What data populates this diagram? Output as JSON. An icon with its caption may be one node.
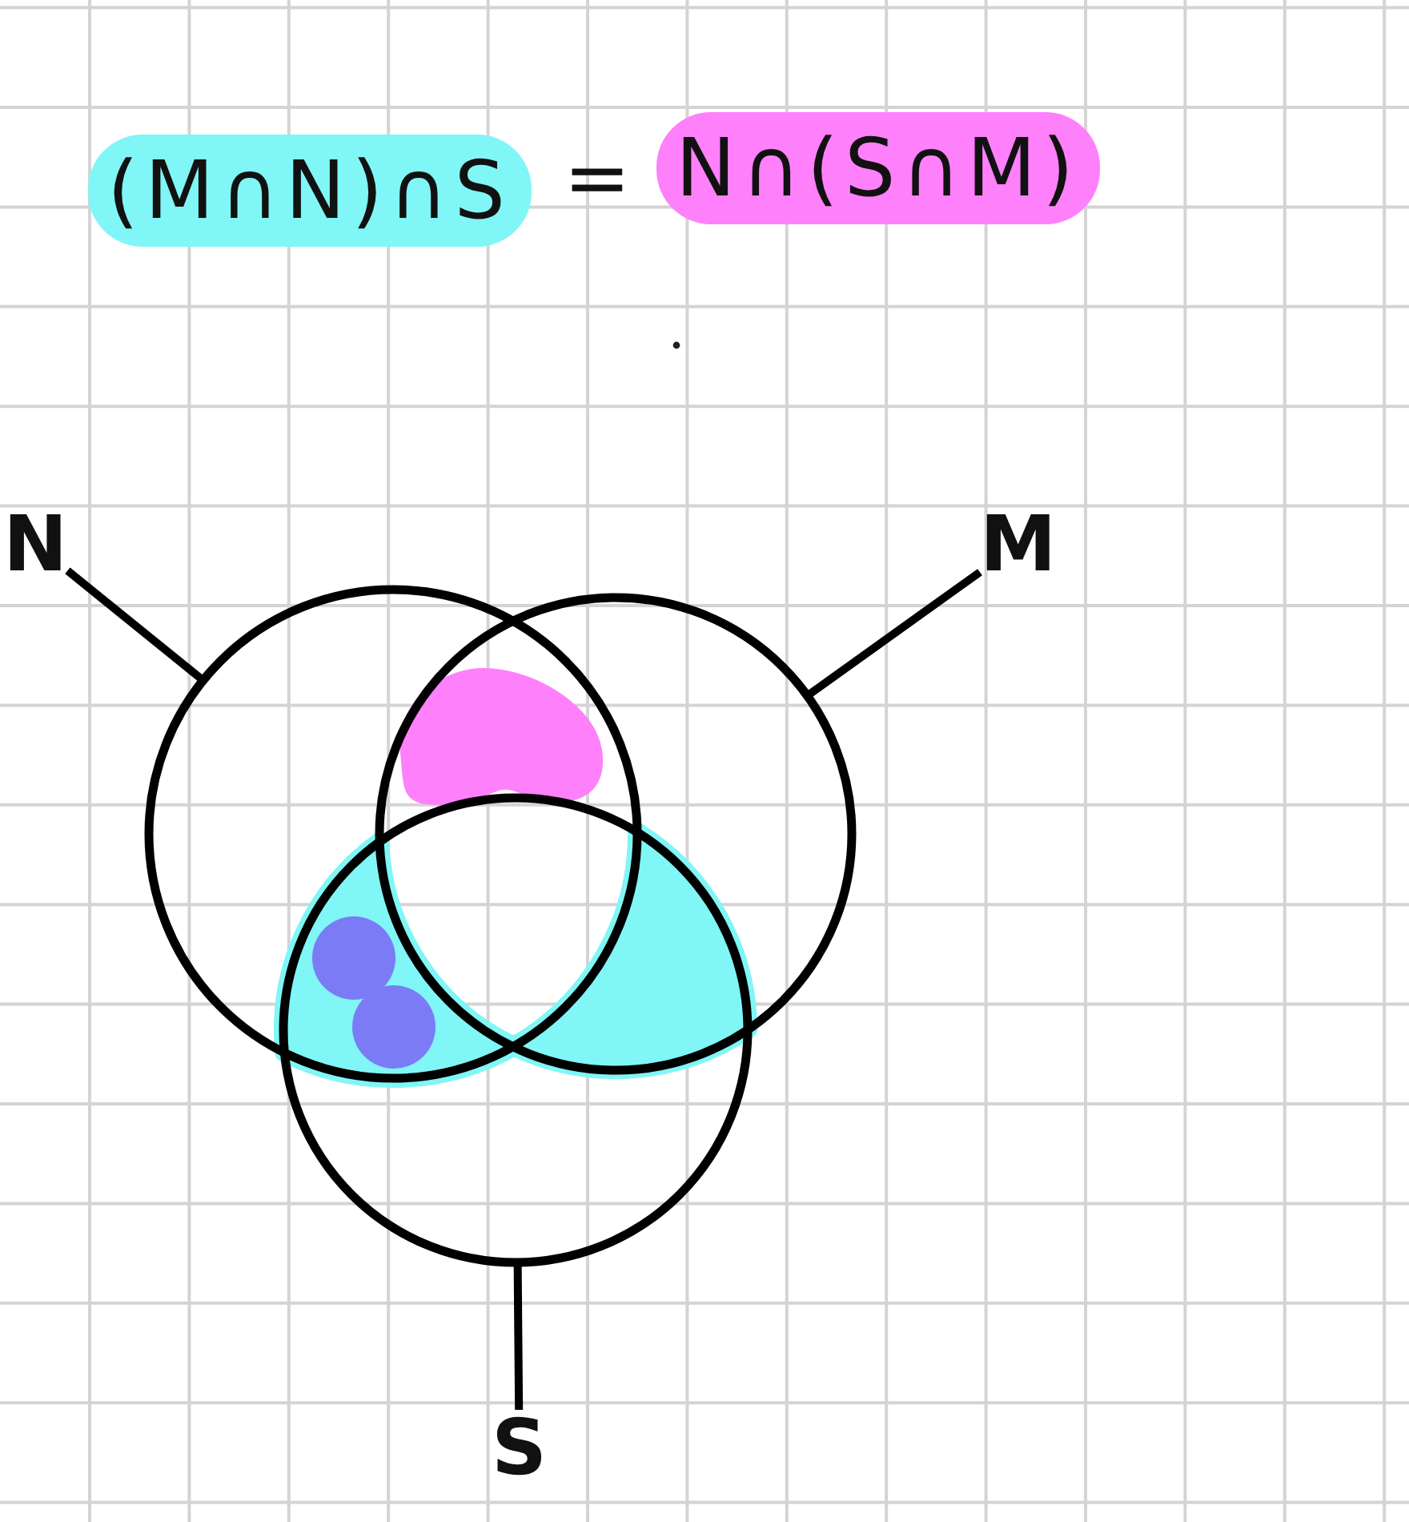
{
  "diagram": {
    "nodes": [
      {
        "text": [
          "N"
        ]
      },
      {
        "text": [],
        "shape": "circle"
      },
      {
        "text": [
          "M"
        ]
      },
      {
        "text": [],
        "shape": "circle"
      },
      {
        "text": [],
        "shape": "circle"
      },
      {
        "text": [
          "S"
        ]
      }
    ],
    "edges": [
      {
        "from": 0,
        "to": 1,
        "arrow": "none"
      },
      {
        "from": 2,
        "to": 3,
        "arrow": "none"
      },
      {
        "from": 5,
        "to": 4,
        "arrow": "none"
      }
    ],
    "labels": [
      "(M∩N)∩S",
      "=",
      "N∩(S∩M)"
    ]
  }
}
